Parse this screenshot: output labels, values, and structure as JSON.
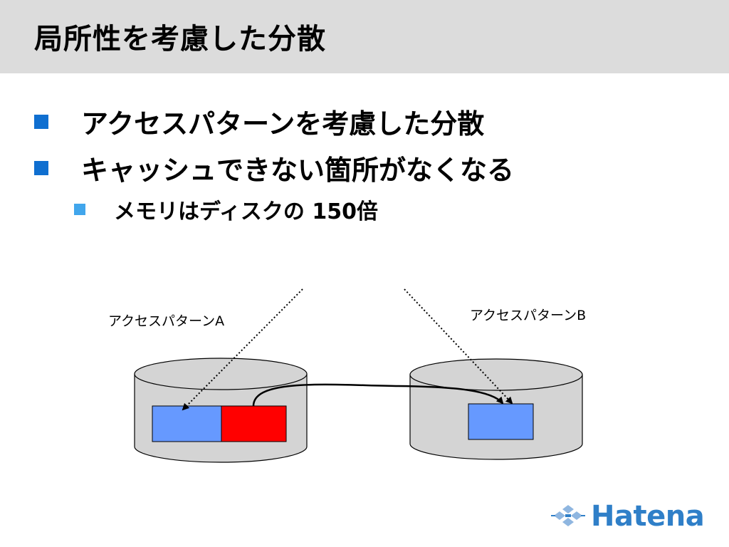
{
  "slide": {
    "title": "局所性を考慮した分散",
    "bullets": [
      {
        "text": "アクセスパターンを考慮した分散"
      },
      {
        "text": "キャッシュできない箇所がなくなる"
      }
    ],
    "sub_bullets": [
      {
        "text": "メモリはディスクの 150倍"
      }
    ]
  },
  "diagram": {
    "label_a": "アクセスパターンA",
    "label_b": "アクセスパターンB",
    "colors": {
      "disk_fill": "#d4d4d4",
      "block_blue": "#6699ff",
      "block_red": "#ff0000",
      "arrow": "#000000"
    }
  },
  "logo": {
    "text": "Hatena",
    "color": "#2f7fc8",
    "icon": "hatena-logo-icon"
  },
  "colors": {
    "title_bar": "#dcdcdc",
    "bullet_l1": "#0f6fd0",
    "bullet_l2": "#41a6ec"
  }
}
